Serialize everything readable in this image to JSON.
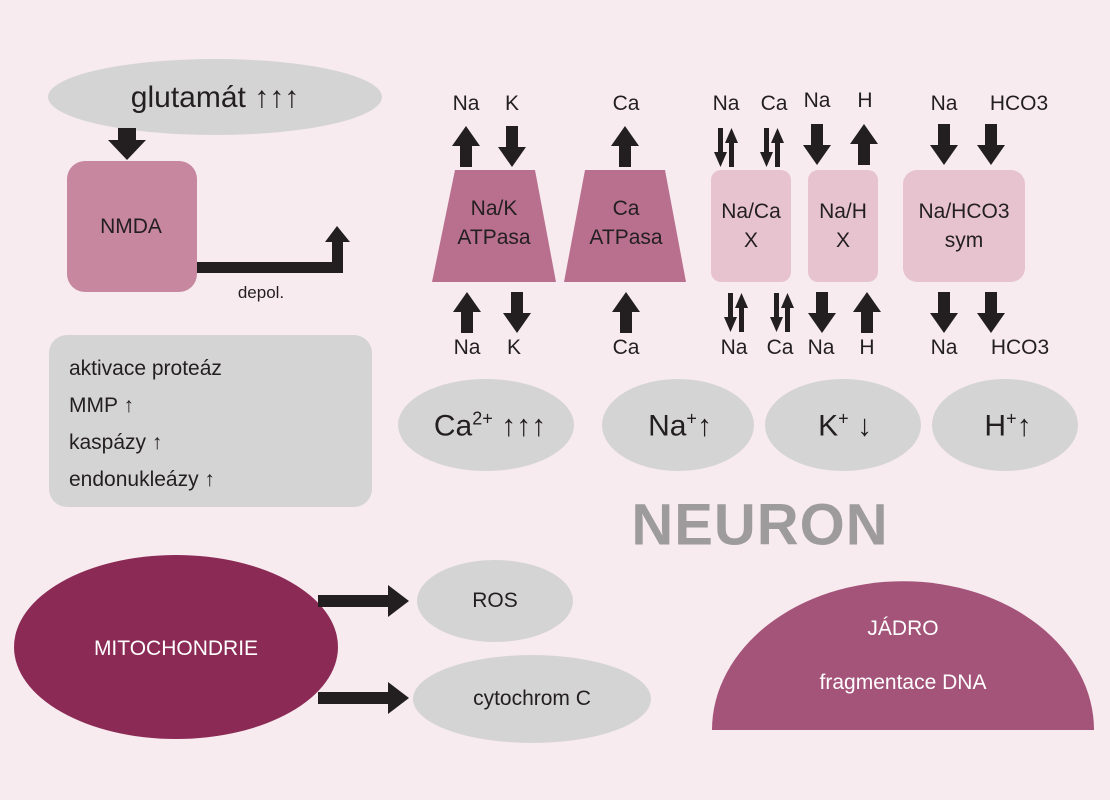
{
  "colors": {
    "background": "#f7ebef",
    "membrane": "#7b2f56",
    "nmda": "#c7879f",
    "pump": "#b9708f",
    "exchanger": "#e7c3d0",
    "oval": "#d5d4d5",
    "mitochondria": "#8c2a56",
    "nucleus": "#a45379",
    "arrow": "#231f20",
    "neuron_text": "#9e9b9c"
  },
  "glutamate": {
    "label": "glutamát ↑↑↑"
  },
  "nmda": {
    "label": "NMDA",
    "depol_label": "depol."
  },
  "transporters": {
    "nak": {
      "label_1": "Na/K",
      "label_2": "ATPasa",
      "top_left": "Na",
      "top_right": "K",
      "bottom_left": "Na",
      "bottom_right": "K"
    },
    "ca_pump": {
      "label_1": "Ca",
      "label_2": "ATPasa",
      "top": "Ca",
      "bottom": "Ca"
    },
    "naca": {
      "label_1": "Na/Ca",
      "label_2": "X",
      "top_left": "Na",
      "top_right": "Ca",
      "bottom_left": "Na",
      "bottom_right": "Ca"
    },
    "nah": {
      "label_1": "Na/H",
      "label_2": "X",
      "top_left": "Na",
      "top_right": "H",
      "bottom_left": "Na",
      "bottom_right": "H"
    },
    "nahco3": {
      "label_1": "Na/HCO3",
      "label_2": "sym",
      "top_left": "Na",
      "top_right": "HCO3",
      "bottom_left": "Na",
      "bottom_right": "HCO3"
    }
  },
  "enzymes": {
    "lines": [
      "aktivace proteáz",
      "MMP ↑",
      "kaspázy ↑",
      "endonukleázy ↑"
    ]
  },
  "ion_changes": [
    {
      "ion": "Ca",
      "charge": "2+",
      "change": "↑↑↑"
    },
    {
      "ion": "Na",
      "charge": "+",
      "change": "↑"
    },
    {
      "ion": "K",
      "charge": "+",
      "change": "↓"
    },
    {
      "ion": "H",
      "charge": "+",
      "change": "↑"
    }
  ],
  "neuron_label": "NEURON",
  "mitochondria": {
    "label": "MITOCHONDRIE",
    "outputs": [
      "ROS",
      "cytochrom C"
    ]
  },
  "nucleus": {
    "title": "JÁDRO",
    "subtitle": "fragmentace DNA"
  }
}
